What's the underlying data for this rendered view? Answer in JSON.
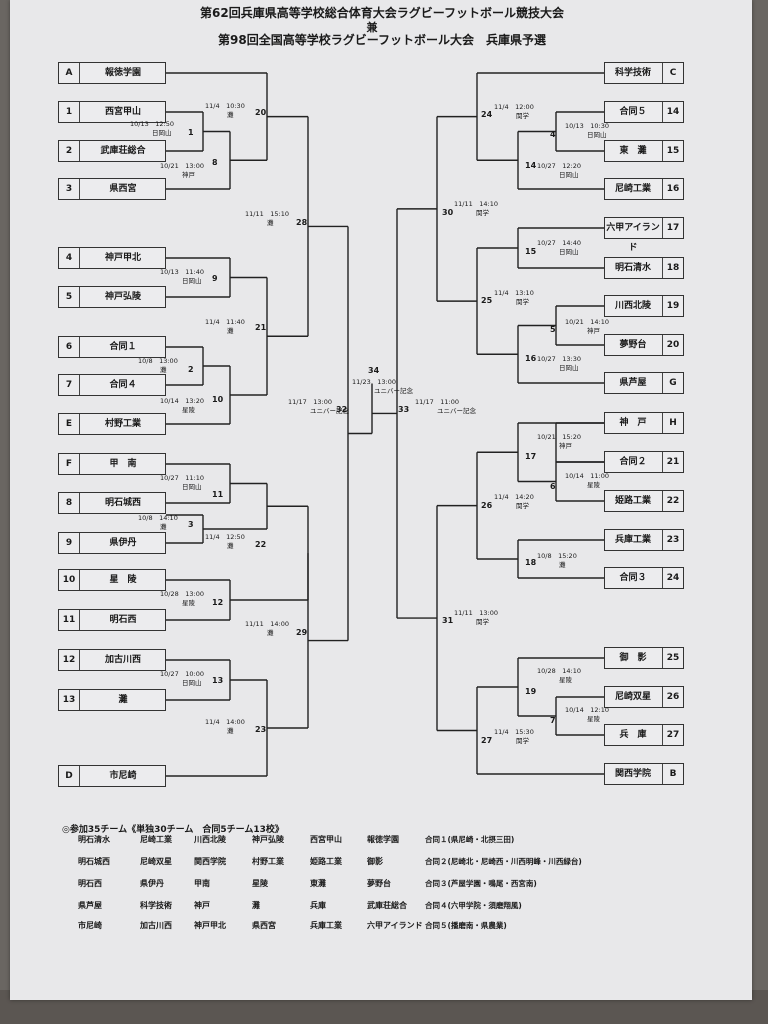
{
  "header": {
    "line1": "第62回兵庫県高等学校総合体育大会ラグビーフットボール競技大会",
    "line2": "兼",
    "line3": "第98回全国高等学校ラグビーフットボール大会　兵庫県予選"
  },
  "teams_left": [
    {
      "code": "A",
      "name": "報徳学園"
    },
    {
      "code": "1",
      "name": "西宮甲山"
    },
    {
      "code": "2",
      "name": "武庫荘総合"
    },
    {
      "code": "3",
      "name": "県西宮"
    },
    {
      "code": "4",
      "name": "神戸甲北"
    },
    {
      "code": "5",
      "name": "神戸弘陵"
    },
    {
      "code": "6",
      "name": "合同１"
    },
    {
      "code": "7",
      "name": "合同４"
    },
    {
      "code": "E",
      "name": "村野工業"
    },
    {
      "code": "F",
      "name": "甲　南"
    },
    {
      "code": "8",
      "name": "明石城西"
    },
    {
      "code": "9",
      "name": "県伊丹"
    },
    {
      "code": "10",
      "name": "星　陵"
    },
    {
      "code": "11",
      "name": "明石西"
    },
    {
      "code": "12",
      "name": "加古川西"
    },
    {
      "code": "13",
      "name": "灘"
    },
    {
      "code": "D",
      "name": "市尼崎"
    }
  ],
  "teams_right": [
    {
      "code": "C",
      "name": "科学技術"
    },
    {
      "code": "14",
      "name": "合同５"
    },
    {
      "code": "15",
      "name": "東　灘"
    },
    {
      "code": "16",
      "name": "尼崎工業"
    },
    {
      "code": "17",
      "name": "六甲アイランド"
    },
    {
      "code": "18",
      "name": "明石清水"
    },
    {
      "code": "19",
      "name": "川西北陵"
    },
    {
      "code": "20",
      "name": "夢野台"
    },
    {
      "code": "G",
      "name": "県芦屋"
    },
    {
      "code": "H",
      "name": "神　戸"
    },
    {
      "code": "21",
      "name": "合同２"
    },
    {
      "code": "22",
      "name": "姫路工業"
    },
    {
      "code": "23",
      "name": "兵庫工業"
    },
    {
      "code": "24",
      "name": "合同３"
    },
    {
      "code": "25",
      "name": "御　影"
    },
    {
      "code": "26",
      "name": "尼崎双星"
    },
    {
      "code": "27",
      "name": "兵　庫"
    },
    {
      "code": "B",
      "name": "関西学院"
    }
  ],
  "matches": [
    {
      "no": "1",
      "date": "10/13　12:50",
      "venue": "日岡山"
    },
    {
      "no": "8",
      "date": "10/21　13:00",
      "venue": "神戸"
    },
    {
      "no": "20",
      "date": "11/4　10:30",
      "venue": "灘"
    },
    {
      "no": "9",
      "date": "10/13　11:40",
      "venue": "日岡山"
    },
    {
      "no": "21",
      "date": "11/4　11:40",
      "venue": "灘"
    },
    {
      "no": "28",
      "date": "11/11　15:10",
      "venue": "灘"
    },
    {
      "no": "2",
      "date": "10/8　13:00",
      "venue": "灘"
    },
    {
      "no": "10",
      "date": "10/14　13:20",
      "venue": "星陵"
    },
    {
      "no": "11",
      "date": "10/27　11:10",
      "venue": "日岡山"
    },
    {
      "no": "3",
      "date": "10/8　14:10",
      "venue": "灘"
    },
    {
      "no": "22",
      "date": "11/4　12:50",
      "venue": "灘"
    },
    {
      "no": "12",
      "date": "10/28　13:00",
      "venue": "星陵"
    },
    {
      "no": "29",
      "date": "11/11　14:00",
      "venue": "灘"
    },
    {
      "no": "13",
      "date": "10/27　10:00",
      "venue": "日岡山"
    },
    {
      "no": "23",
      "date": "11/4　14:00",
      "venue": "灘"
    },
    {
      "no": "32",
      "date": "11/17　13:00",
      "venue": "ユニバー記念"
    },
    {
      "no": "34",
      "date": "11/23　13:00",
      "venue": "ユニバー記念"
    },
    {
      "no": "33",
      "date": "11/17　11:00",
      "venue": "ユニバー記念"
    },
    {
      "no": "24",
      "date": "11/4　12:00",
      "venue": "関学"
    },
    {
      "no": "4",
      "date": "10/13　10:30",
      "venue": "日岡山"
    },
    {
      "no": "14",
      "date": "10/27　12:20",
      "venue": "日岡山"
    },
    {
      "no": "30",
      "date": "11/11　14:10",
      "venue": "関学"
    },
    {
      "no": "15",
      "date": "10/27　14:40",
      "venue": "日岡山"
    },
    {
      "no": "25",
      "date": "11/4　13:10",
      "venue": "関学"
    },
    {
      "no": "5",
      "date": "10/21　14:10",
      "venue": "神戸"
    },
    {
      "no": "16",
      "date": "10/27　13:30",
      "venue": "日岡山"
    },
    {
      "no": "17",
      "date": "10/21　15:20",
      "venue": "神戸"
    },
    {
      "no": "6",
      "date": "10/14　11:00",
      "venue": "星陵"
    },
    {
      "no": "26",
      "date": "11/4　14:20",
      "venue": "関学"
    },
    {
      "no": "18",
      "date": "10/8　15:20",
      "venue": "灘"
    },
    {
      "no": "31",
      "date": "11/11　13:00",
      "venue": "関学"
    },
    {
      "no": "19",
      "date": "10/28　14:10",
      "venue": "星陵"
    },
    {
      "no": "7",
      "date": "10/14　12:10",
      "venue": "星陵"
    },
    {
      "no": "27",
      "date": "11/4　15:30",
      "venue": "関学"
    }
  ],
  "notes": {
    "title": "◎参加35チーム《単独30チーム　合同5チーム13校》",
    "rows": [
      [
        "明石清水",
        "尼崎工業",
        "川西北陵",
        "神戸弘陵",
        "西宮甲山",
        "報徳学園",
        "合同１(県尼崎・北摂三田)"
      ],
      [
        "明石城西",
        "尼崎双星",
        "関西学院",
        "村野工業",
        "姫路工業",
        "御影",
        "合同２(尼崎北・尼崎西・川西明峰・川西緑台)"
      ],
      [
        "明石西",
        "県伊丹",
        "甲南",
        "星陵",
        "東灘",
        "夢野台",
        "合同３(芦屋学園・鳴尾・西宮南)"
      ],
      [
        "県芦屋",
        "科学技術",
        "神戸",
        "灘",
        "兵庫",
        "武庫荘総合",
        "合同４(六甲学院・須磨翔風)"
      ],
      [
        "市尼崎",
        "加古川西",
        "神戸甲北",
        "県西宮",
        "兵庫工業",
        "六甲アイランド",
        "合同５(播磨南・県農業)"
      ]
    ]
  }
}
